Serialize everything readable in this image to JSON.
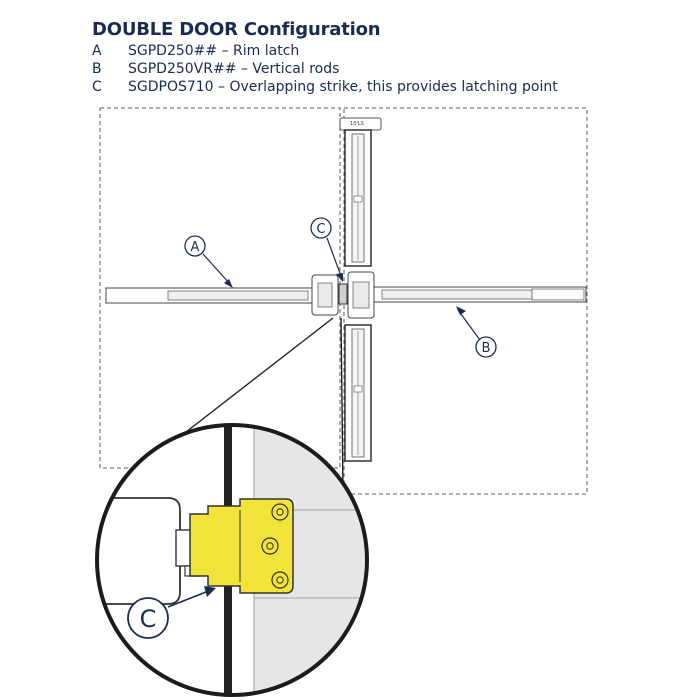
{
  "title": "DOUBLE DOOR Configuration",
  "legend": [
    {
      "key": "A",
      "text": "SGPD250## – Rim latch"
    },
    {
      "key": "B",
      "text": "SGPD250VR## – Vertical rods"
    },
    {
      "key": "C",
      "text": "SGDPOS710 – Overlapping strike, this provides latching point"
    }
  ],
  "callouts": {
    "a": "A",
    "b": "B",
    "c_small": "C",
    "c_large": "C"
  },
  "top_tag": "10'LS",
  "colors": {
    "navy": "#1a2b52",
    "strike_yellow": "#f2e33a",
    "door_grey": "#e6e6e6"
  }
}
